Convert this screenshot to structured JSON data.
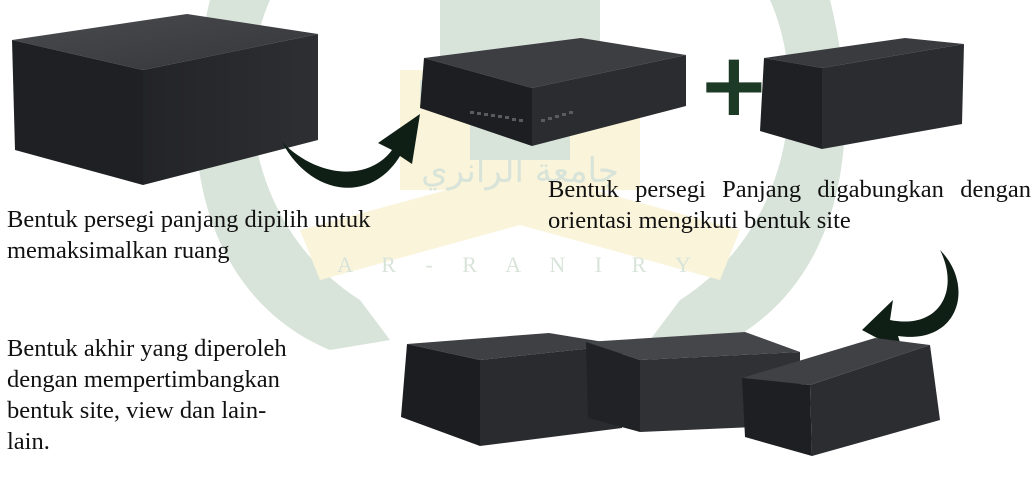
{
  "captions": {
    "rect_chosen": "Bentuk persegi panjang dipilih untuk memaksimalkan ruang",
    "combined": "Bentuk persegi Panjang digabungkan dengan orientasi mengikuti bentuk site",
    "final": "Bentuk akhir yang diperoleh dengan mempertimbangkan bentuk site, view dan lain-lain."
  },
  "operator": "+",
  "watermark": {
    "arabic_text": "جامعة الرانري",
    "latin_text": "A R - R A N I R Y"
  },
  "colors": {
    "box_top": "#3e3f43",
    "box_front": "#1f2023",
    "box_side": "#2c2d30",
    "arrow": "#0f1f15",
    "watermark_green": "#3f7a45",
    "watermark_yellow": "#e3c94a"
  },
  "icons": [
    "curved-arrow-icon",
    "plus-icon"
  ]
}
